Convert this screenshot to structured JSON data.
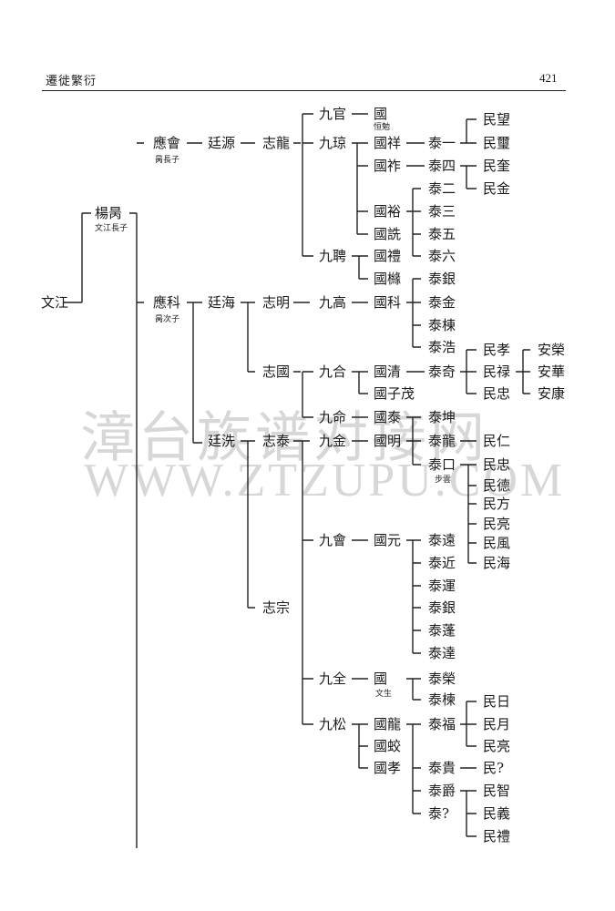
{
  "header": {
    "title": "遷徙繁衍",
    "page": "421"
  },
  "watermark": {
    "cn": "漳台族谱对接网",
    "url": "WWW.ZTZUPU.COM"
  },
  "nodes": {
    "wenjiang": "文江",
    "yangpin": "楊昺",
    "yangpin_note": "文江長子",
    "yinghui": "應會",
    "yinghui_note": "昺長子",
    "yingke": "應科",
    "yingke_note": "昺次子",
    "tingyuan": "廷源",
    "tinghai": "廷海",
    "tingxian": "廷洗",
    "zhilong": "志龍",
    "zhiming": "志明",
    "zhiguo": "志國",
    "zhitai": "志泰",
    "zhizong": "志宗",
    "jiuguan": "九官",
    "jiuqiong": "九琼",
    "jiupin": "九聘",
    "jiugao": "九高",
    "jiuhe": "九合",
    "jiuming": "九命",
    "jiujin": "九金",
    "jiuhui": "九會",
    "jiuquan": "九全",
    "jiusong": "九松",
    "guo1": "國",
    "guo1_note": "恒勉",
    "guoxiang": "國祥",
    "guozuo": "國祚",
    "guoyu": "國裕",
    "guoxian": "國詵",
    "guoli": "國禮",
    "guoyuan": "國櫞",
    "guoke": "國科",
    "guoqing": "國清",
    "guozimao": "國子茂",
    "guotai": "國泰",
    "guoming": "國明",
    "guoyuan2": "國元",
    "guo2": "國",
    "guo2_note": "文生",
    "guolong": "國龍",
    "guojiao": "國蛟",
    "guoxiao": "國孝",
    "taiyi": "泰一",
    "taisi": "泰四",
    "taier": "泰二",
    "taisan": "泰三",
    "taiwu": "泰五",
    "tailiu": "泰六",
    "taiyin": "泰銀",
    "taijin": "泰金",
    "taidong": "泰棟",
    "taihao": "泰浩",
    "taiqi": "泰奇",
    "taikun": "泰坤",
    "tailong": "泰龍",
    "taikou": "泰口",
    "taikou_note": "步雲",
    "taiyuan": "泰遠",
    "taijin2": "泰近",
    "taiyun": "泰運",
    "taiyin2": "泰銀",
    "taipeng": "泰蓬",
    "taida": "泰達",
    "tairong": "泰榮",
    "taidong2": "泰楝",
    "taifu": "泰福",
    "taigui": "泰貴",
    "taijue": "泰爵",
    "taiq": "泰?",
    "minwang": "民望",
    "minbi": "民璽",
    "minkui": "民奎",
    "minjin": "民金",
    "minxiao": "民孝",
    "minlu": "民禄",
    "minzhong": "民忠",
    "minren": "民仁",
    "minzhong2": "民忠",
    "minde": "民德",
    "minfang": "民方",
    "minliang": "民亮",
    "minfeng": "民風",
    "minhai": "民海",
    "minri": "民日",
    "minyue": "民月",
    "minliang2": "民亮",
    "minq": "民?",
    "minzhi": "民智",
    "minyi": "民義",
    "minli": "民禮",
    "anrong": "安榮",
    "anhua": "安華",
    "ankang": "安康"
  }
}
